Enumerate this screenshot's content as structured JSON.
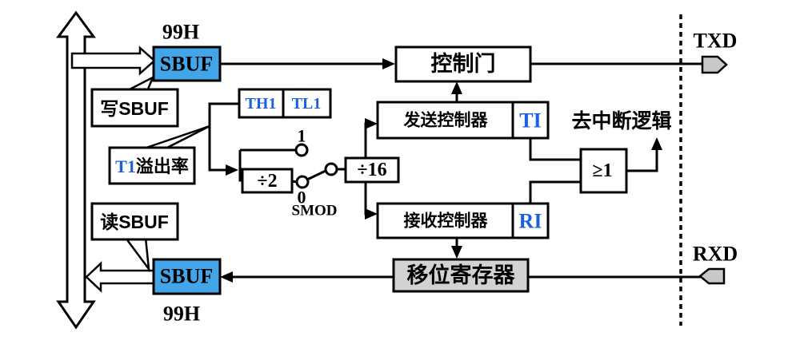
{
  "diagram": {
    "write_path": {
      "address": "99H",
      "buffer": "SBUF",
      "callout": "写SBUF"
    },
    "read_path": {
      "address": "99H",
      "buffer": "SBUF",
      "callout": "读SBUF"
    },
    "baud": {
      "th1": "TH1",
      "tl1": "TL1",
      "t1_prefix": "T1",
      "t1_suffix": "溢出率",
      "div2": "÷2",
      "div16": "÷16",
      "pos1": "1",
      "pos0": "0",
      "smod": "SMOD"
    },
    "tx": {
      "gate": "控制门",
      "controller": "发送控制器",
      "flag": "TI",
      "pin": "TXD"
    },
    "rx": {
      "controller": "接收控制器",
      "flag": "RI",
      "shift_register": "移位寄存器",
      "pin": "RXD"
    },
    "interrupt": {
      "or_gate": "≥1",
      "label": "去中断逻辑"
    },
    "colors": {
      "sbuf_fill": "#42A5E8",
      "shift_register_fill": "#D2D2D2",
      "flag_text": "#1B5FE5",
      "pin_fill": "#C8C8C8"
    }
  }
}
